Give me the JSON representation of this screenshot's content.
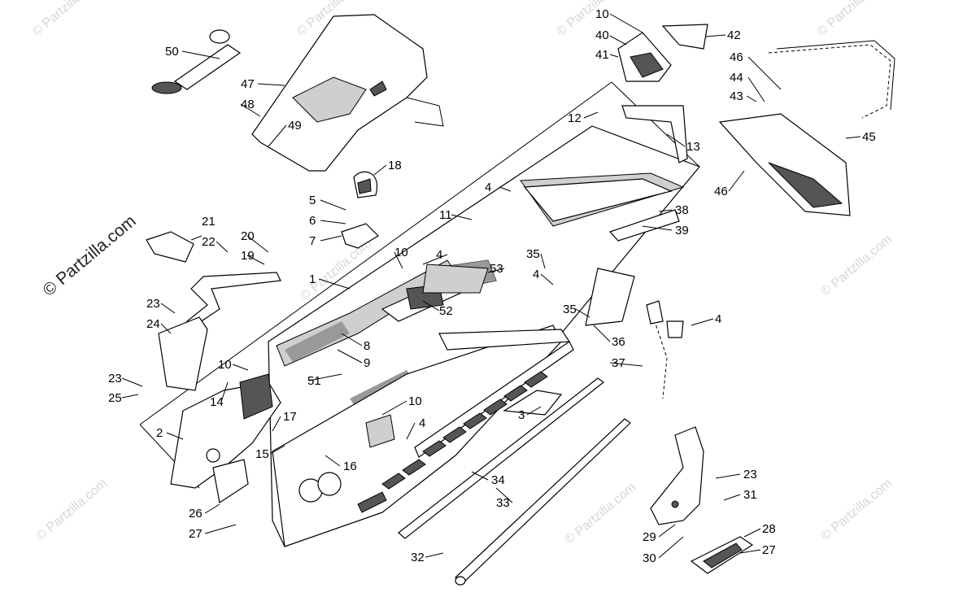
{
  "watermark": {
    "brand": "© Partzilla.com",
    "small": "© Partzilla.com"
  },
  "callouts": {
    "c50": "50",
    "c47": "47",
    "c48": "48",
    "c49": "49",
    "c10a": "10",
    "c40": "40",
    "c41": "41",
    "c42": "42",
    "c46a": "46",
    "c44": "44",
    "c43": "43",
    "c45": "45",
    "c46b": "46",
    "c12": "12",
    "c13": "13",
    "c18": "18",
    "c4a": "4",
    "c11": "11",
    "c38": "38",
    "c39": "39",
    "c5": "5",
    "c6": "6",
    "c7": "7",
    "c21": "21",
    "c22": "22",
    "c20": "20",
    "c19": "19",
    "c1": "1",
    "c10b": "10",
    "c4b": "4",
    "c53": "53",
    "c35a": "35",
    "c4c": "4",
    "c52": "52",
    "c35b": "35",
    "c4d": "4",
    "c23a": "23",
    "c24": "24",
    "c8": "8",
    "c9": "9",
    "c36": "36",
    "c37": "37",
    "c10c": "10",
    "c51": "51",
    "c23b": "23",
    "c25": "25",
    "c14": "14",
    "c10d": "10",
    "c17": "17",
    "c3": "3",
    "c4e": "4",
    "c2": "2",
    "c15": "15",
    "c16": "16",
    "c23c": "23",
    "c31": "31",
    "c34": "34",
    "c33": "33",
    "c26": "26",
    "c27a": "27",
    "c28": "28",
    "c29": "29",
    "c30": "30",
    "c27b": "27",
    "c32": "32"
  }
}
